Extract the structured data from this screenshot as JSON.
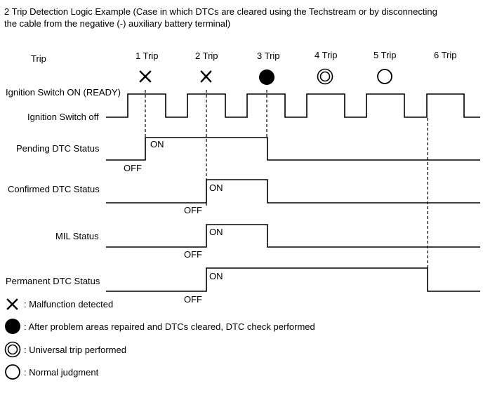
{
  "title_line1": "2 Trip Detection Logic Example (Case in which DTCs are cleared using the Techstream or by disconnecting",
  "title_line2": "the cable from the negative (-) auxiliary battery terminal)",
  "trip_header": "Trip",
  "trips": [
    {
      "label": "1 Trip",
      "marker": "cross"
    },
    {
      "label": "2 Trip",
      "marker": "cross"
    },
    {
      "label": "3 Trip",
      "marker": "filled-circle"
    },
    {
      "label": "4 Trip",
      "marker": "double-circle"
    },
    {
      "label": "5 Trip",
      "marker": "circle"
    },
    {
      "label": "6 Trip",
      "marker": "none"
    }
  ],
  "rows": {
    "ignition_on": "Ignition Switch ON (READY)",
    "ignition_off": "Ignition Switch off",
    "pending": "Pending DTC Status",
    "confirmed": "Confirmed DTC Status",
    "mil": "MIL Status",
    "permanent": "Permanent DTC Status"
  },
  "state_labels": {
    "on": "ON",
    "off": "OFF"
  },
  "legend": [
    {
      "icon": "cross-icon",
      "text": ": Malfunction detected"
    },
    {
      "icon": "filled-circle-icon",
      "text": ": After problem areas repaired and DTCs cleared, DTC check performed"
    },
    {
      "icon": "double-circle-icon",
      "text": ": Universal trip performed"
    },
    {
      "icon": "circle-icon",
      "text": ": Normal judgment"
    }
  ]
}
